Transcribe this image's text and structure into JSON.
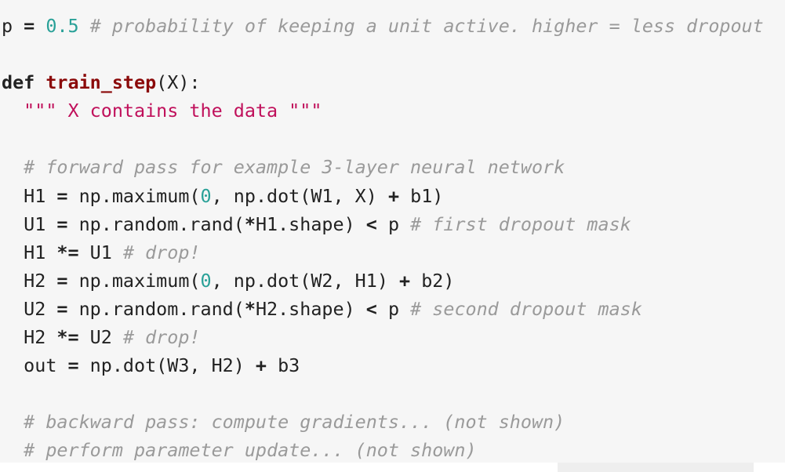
{
  "code": {
    "lines": [
      [
        {
          "t": "p ",
          "c": "tx"
        },
        {
          "t": "=",
          "c": "op"
        },
        {
          "t": " ",
          "c": "tx"
        },
        {
          "t": "0.5",
          "c": "num"
        },
        {
          "t": " ",
          "c": "tx"
        },
        {
          "t": "# probability of keeping a unit active. higher = less dropout",
          "c": "cm"
        }
      ],
      [],
      [
        {
          "t": "def",
          "c": "kw"
        },
        {
          "t": " ",
          "c": "tx"
        },
        {
          "t": "train_step",
          "c": "fn"
        },
        {
          "t": "(X):",
          "c": "tx"
        }
      ],
      [
        {
          "t": "  ",
          "c": "tx"
        },
        {
          "t": "\"\"\" X contains the data \"\"\"",
          "c": "str"
        }
      ],
      [],
      [
        {
          "t": "  ",
          "c": "tx"
        },
        {
          "t": "# forward pass for example 3-layer neural network",
          "c": "cm"
        }
      ],
      [
        {
          "t": "  H1 ",
          "c": "tx"
        },
        {
          "t": "=",
          "c": "op"
        },
        {
          "t": " np.maximum(",
          "c": "tx"
        },
        {
          "t": "0",
          "c": "num"
        },
        {
          "t": ", np.dot(W1, X) ",
          "c": "tx"
        },
        {
          "t": "+",
          "c": "op"
        },
        {
          "t": " b1)",
          "c": "tx"
        }
      ],
      [
        {
          "t": "  U1 ",
          "c": "tx"
        },
        {
          "t": "=",
          "c": "op"
        },
        {
          "t": " np.random.rand(",
          "c": "tx"
        },
        {
          "t": "*",
          "c": "op"
        },
        {
          "t": "H1.shape) ",
          "c": "tx"
        },
        {
          "t": "<",
          "c": "op"
        },
        {
          "t": " p ",
          "c": "tx"
        },
        {
          "t": "# first dropout mask",
          "c": "cm"
        }
      ],
      [
        {
          "t": "  H1 ",
          "c": "tx"
        },
        {
          "t": "*=",
          "c": "op"
        },
        {
          "t": " U1 ",
          "c": "tx"
        },
        {
          "t": "# drop!",
          "c": "cm"
        }
      ],
      [
        {
          "t": "  H2 ",
          "c": "tx"
        },
        {
          "t": "=",
          "c": "op"
        },
        {
          "t": " np.maximum(",
          "c": "tx"
        },
        {
          "t": "0",
          "c": "num"
        },
        {
          "t": ", np.dot(W2, H1) ",
          "c": "tx"
        },
        {
          "t": "+",
          "c": "op"
        },
        {
          "t": " b2)",
          "c": "tx"
        }
      ],
      [
        {
          "t": "  U2 ",
          "c": "tx"
        },
        {
          "t": "=",
          "c": "op"
        },
        {
          "t": " np.random.rand(",
          "c": "tx"
        },
        {
          "t": "*",
          "c": "op"
        },
        {
          "t": "H2.shape) ",
          "c": "tx"
        },
        {
          "t": "<",
          "c": "op"
        },
        {
          "t": " p ",
          "c": "tx"
        },
        {
          "t": "# second dropout mask",
          "c": "cm"
        }
      ],
      [
        {
          "t": "  H2 ",
          "c": "tx"
        },
        {
          "t": "*=",
          "c": "op"
        },
        {
          "t": " U2 ",
          "c": "tx"
        },
        {
          "t": "# drop!",
          "c": "cm"
        }
      ],
      [
        {
          "t": "  out ",
          "c": "tx"
        },
        {
          "t": "=",
          "c": "op"
        },
        {
          "t": " np.dot(W3, H2) ",
          "c": "tx"
        },
        {
          "t": "+",
          "c": "op"
        },
        {
          "t": " b3",
          "c": "tx"
        }
      ],
      [],
      [
        {
          "t": "  ",
          "c": "tx"
        },
        {
          "t": "# backward pass: compute gradients... (not shown)",
          "c": "cm"
        }
      ],
      [
        {
          "t": "  ",
          "c": "tx"
        },
        {
          "t": "# perform parameter update... (not shown)",
          "c": "cm"
        }
      ]
    ]
  },
  "colors": {
    "background": "#f6f6f6",
    "text": "#222222",
    "function_name": "#8b0a0a",
    "number": "#2aa198",
    "string": "#c0105b",
    "comment": "#9a9a9a"
  }
}
